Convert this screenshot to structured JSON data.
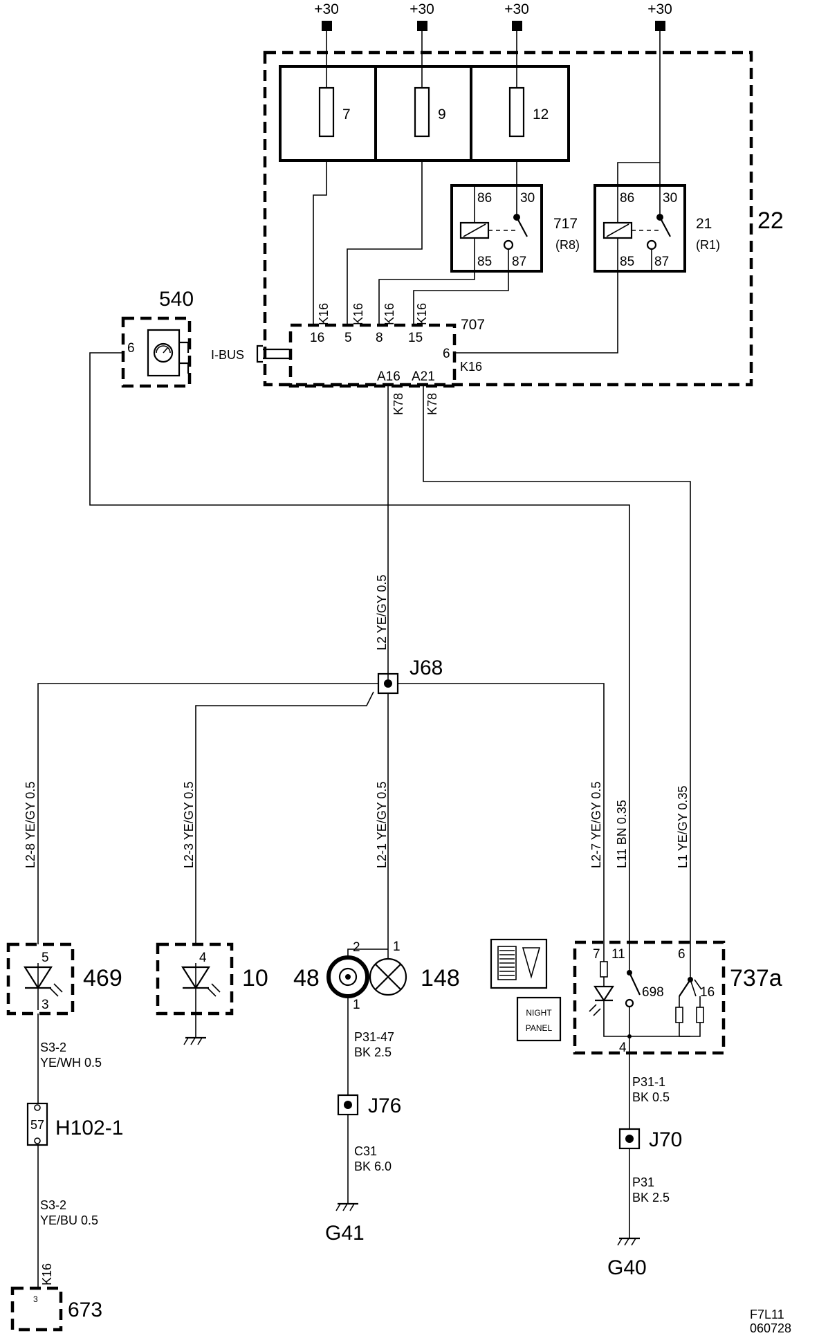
{
  "supply": {
    "label": "+30"
  },
  "fuse_block": {
    "fuses": [
      "7",
      "9",
      "12"
    ]
  },
  "relays": [
    {
      "id": "717",
      "sub": "(R8)",
      "pins": [
        "86",
        "30",
        "85",
        "87"
      ]
    },
    {
      "id": "21",
      "sub": "(R1)",
      "pins": [
        "86",
        "30",
        "85",
        "87"
      ]
    }
  ],
  "central_unit": {
    "id": "22"
  },
  "module_707": {
    "id": "707",
    "pins_top": [
      "16",
      "5",
      "8",
      "15"
    ],
    "pin_right": "6",
    "pins_bottom": [
      "A16",
      "A21"
    ],
    "bus_label": "I-BUS",
    "harness_code": "K16"
  },
  "harness": {
    "k16": "K16",
    "k78": "K78"
  },
  "component_540": {
    "id": "540",
    "pin": "6"
  },
  "junctions": {
    "j68": "J68",
    "j76": "J76",
    "j70": "J70"
  },
  "wires": {
    "l2": "L2 YE/GY 0.5",
    "l2_8": "L2-8  YE/GY 0.5",
    "l2_3": "L2-3  YE/GY 0.5",
    "l2_1": "L2-1 YE/GY 0.5",
    "l2_7": "L2-7  YE/GY 0.5",
    "l11": "L11  BN  0.35",
    "l1": "L1  YE/GY  0.35",
    "s3_2_a": [
      "S3-2",
      "YE/WH  0.5"
    ],
    "s3_2_b": [
      "S3-2",
      "YE/BU  0.5"
    ],
    "p31_47": [
      "P31-47",
      "BK 2.5"
    ],
    "c31": [
      "C31",
      "BK 6.0"
    ],
    "p31_1": [
      "P31-1",
      "BK  0.5"
    ],
    "p31": [
      "P31",
      "BK 2.5"
    ]
  },
  "components": {
    "c469": {
      "id": "469",
      "pin_top": "5",
      "pin_bottom": "3"
    },
    "c10": {
      "id": "10",
      "pin_top": "4"
    },
    "c48": {
      "id": "48",
      "pin_top": "2",
      "pin_bottom": "1"
    },
    "c148": {
      "id": "148",
      "pin": "1"
    },
    "h102": {
      "id": "H102-1",
      "pin": "57"
    },
    "c673": {
      "id": "673",
      "pin": "3",
      "harness": "K16"
    },
    "c737a": {
      "id": "737a",
      "pins": [
        "7",
        "11",
        "6",
        "4"
      ],
      "switch_id": "698",
      "sub_id": "16"
    },
    "night_panel": {
      "line1": "NIGHT",
      "line2": "PANEL"
    }
  },
  "grounds": {
    "g41": "G41",
    "g40": "G40"
  },
  "footer": {
    "line1": "F7L11",
    "line2": "060728"
  }
}
